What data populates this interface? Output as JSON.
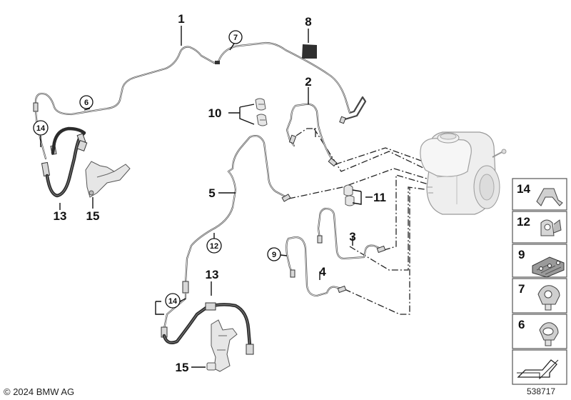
{
  "callouts": {
    "c1": "1",
    "c2": "2",
    "c3": "3",
    "c4": "4",
    "c5": "5",
    "c6": "6",
    "c7": "7",
    "c8": "8",
    "c9": "9",
    "c10": "10",
    "c11": "11",
    "c12": "12",
    "c13a": "13",
    "c13b": "13",
    "c14a": "14",
    "c14b": "14",
    "c15a": "15",
    "c15b": "15"
  },
  "legend_panel": {
    "items": [
      {
        "number": "14",
        "icon": "bracket-clip-icon"
      },
      {
        "number": "12",
        "icon": "pipe-clip-icon"
      },
      {
        "number": "9",
        "icon": "multi-pipe-holder-icon"
      },
      {
        "number": "7",
        "icon": "grommet-clip-icon"
      },
      {
        "number": "6",
        "icon": "push-clip-icon"
      },
      {
        "number": "",
        "icon": "direction-arrow-icon"
      }
    ]
  },
  "footer": {
    "copyright": "© 2024 BMW AG",
    "diagram_number": "538717"
  }
}
